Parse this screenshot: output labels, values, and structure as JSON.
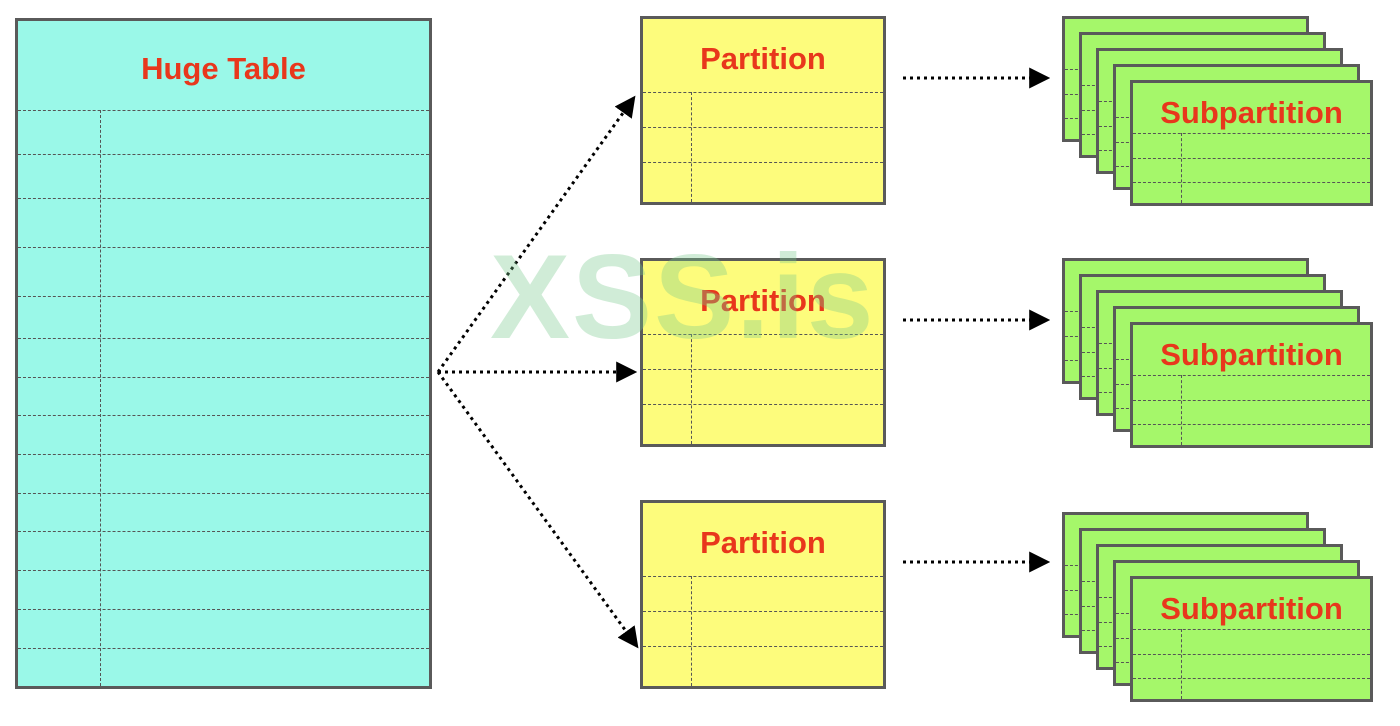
{
  "huge_table": {
    "title": "Huge Table"
  },
  "partitions": [
    {
      "title": "Partition",
      "subpartition_title": "Subpartition"
    },
    {
      "title": "Partition",
      "subpartition_title": "Subpartition"
    },
    {
      "title": "Partition",
      "subpartition_title": "Subpartition"
    }
  ],
  "watermark": "XSS.is",
  "colors": {
    "huge_table_fill": "#9af8e8",
    "partition_fill": "#fdfc7c",
    "subpartition_fill": "#a5f76a",
    "label_color": "#e8371c",
    "border": "#5a5a5a"
  }
}
